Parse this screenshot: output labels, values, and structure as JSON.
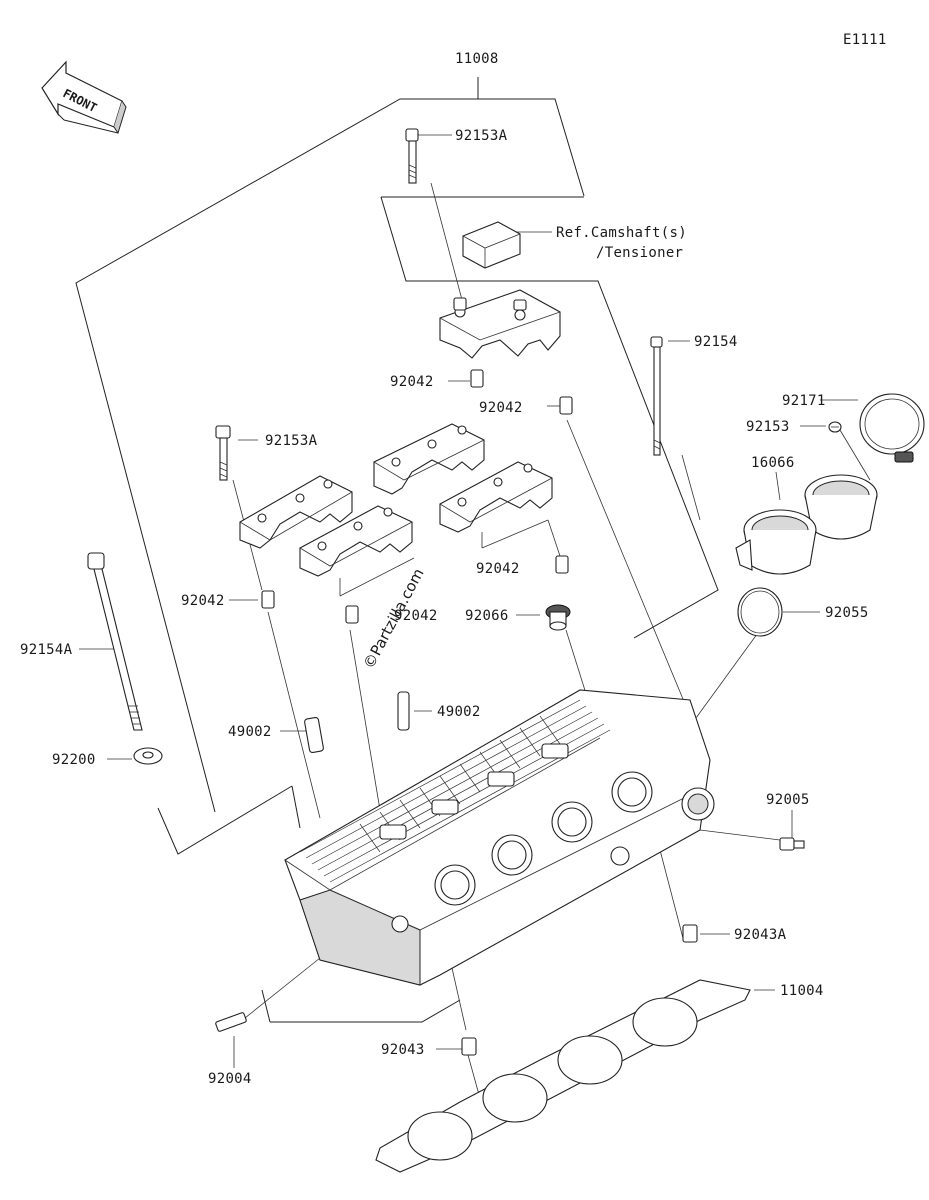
{
  "diagram_code": "E1111",
  "front_arrow": {
    "label": "FRONT",
    "icon": "front-direction-arrow-icon"
  },
  "reference_note": {
    "line1": "Ref.Camshaft(s)",
    "line2": "/Tensioner"
  },
  "watermark": "©Partzilla.com",
  "part_labels": {
    "p11008": "11008",
    "p92153A_top": "92153A",
    "p92154": "92154",
    "p92042_a": "92042",
    "p92042_b": "92042",
    "p92153A_mid": "92153A",
    "p92171": "92171",
    "p92153": "92153",
    "p16066": "16066",
    "p92042_c": "92042",
    "p92042_d": "92042",
    "p92042_e": "92042",
    "p92066": "92066",
    "p92055": "92055",
    "p92154A": "92154A",
    "p49002_a": "49002",
    "p49002_b": "49002",
    "p92200": "92200",
    "p92005": "92005",
    "p92043A": "92043A",
    "p11004": "11004",
    "p92043": "92043",
    "p92004": "92004"
  }
}
